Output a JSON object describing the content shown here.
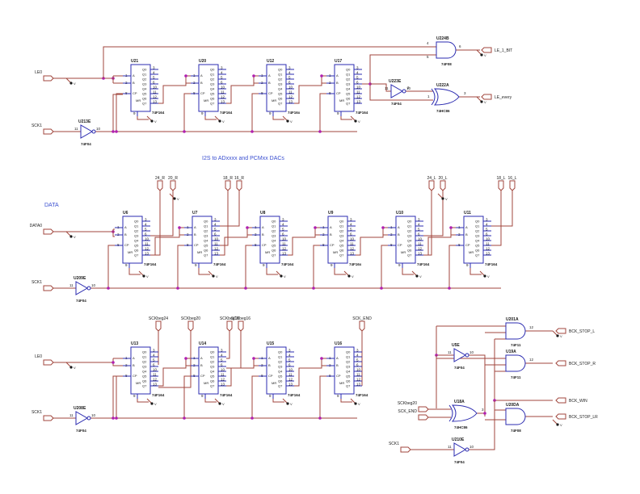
{
  "title": "I2S to ADxxxx and PCMxx DACs",
  "section_label": "DATA",
  "registers": [
    {
      "ref": "U21",
      "part": "74F164"
    },
    {
      "ref": "U20",
      "part": "74F164"
    },
    {
      "ref": "U12",
      "part": "74F16x"
    },
    {
      "ref": "U17",
      "part": "74F164"
    },
    {
      "ref": "U6",
      "part": "74F164"
    },
    {
      "ref": "U7",
      "part": "74F164"
    },
    {
      "ref": "U8",
      "part": "74F164"
    },
    {
      "ref": "U9",
      "part": "74F16x"
    },
    {
      "ref": "U10",
      "part": "74F164"
    },
    {
      "ref": "U11",
      "part": "74F164"
    },
    {
      "ref": "U13",
      "part": "74F164"
    },
    {
      "ref": "U14",
      "part": "74F164"
    },
    {
      "ref": "U15",
      "part": "74F164"
    },
    {
      "ref": "U16",
      "part": "74F164"
    }
  ],
  "pin_names": [
    "Q0",
    "Q1",
    "Q2",
    "Q3",
    "Q4",
    "Q5",
    "Q6",
    "Q7"
  ],
  "pin_numbers": [
    "3",
    "4",
    "5",
    "6",
    "10",
    "11",
    "12",
    "13"
  ],
  "inverters": [
    {
      "ref": "U213E",
      "part": "74F04",
      "in": "11",
      "out": "10"
    },
    {
      "ref": "U209E",
      "part": "74F04",
      "in": "11",
      "out": "10"
    },
    {
      "ref": "U208E",
      "part": "74F04",
      "in": "11",
      "out": "10"
    },
    {
      "ref": "U223E",
      "part": "74F04",
      "in": "11",
      "out": "10"
    },
    {
      "ref": "U5E",
      "part": "74F04",
      "in": "11",
      "out": "10"
    },
    {
      "ref": "U210E",
      "part": "74F04",
      "in": "11",
      "out": "10"
    }
  ],
  "gates": [
    {
      "ref": "U224B",
      "part": "74F08"
    },
    {
      "ref": "U222A",
      "part": "74HC86"
    },
    {
      "ref": "U201A",
      "part": "74F11"
    },
    {
      "ref": "U19A",
      "part": "74F11"
    },
    {
      "ref": "U20DA",
      "part": "74F08"
    },
    {
      "ref": "U18A",
      "part": "74HC86"
    }
  ],
  "nets": {
    "le0_top": "LE0",
    "sck1_top": "SCK1",
    "le_1_bit": "LE_1_BIT",
    "le_every": "LE_every",
    "data0": "DATA0",
    "sck1_mid": "SCK1",
    "le0_bot": "LE0",
    "sck1_bot": "SCK1",
    "r24": "24_R",
    "r20": "20_R",
    "r18": "18_R",
    "r16": "16_R",
    "l24": "24_L",
    "l20": "20_L",
    "l18": "18_L",
    "l16": "16_L",
    "sckbeg24": "SCKbeg24",
    "sckbeg20": "SCKbeg20",
    "sckbeg18": "SCKbeg18",
    "sckbeg16": "SCKbeg16",
    "sck_end_top": "SCK_END",
    "bck_stop_l": "BCK_STOP_L",
    "bck_stop_r": "BCK_STOP_R",
    "bck_win": "BCK_WIN",
    "bck_stop_lr": "BCK_STOP_LR",
    "sckbeg20_in": "SCKbeg20",
    "sck_end_in": "SCK_END",
    "sck1_right": "SCK1"
  }
}
